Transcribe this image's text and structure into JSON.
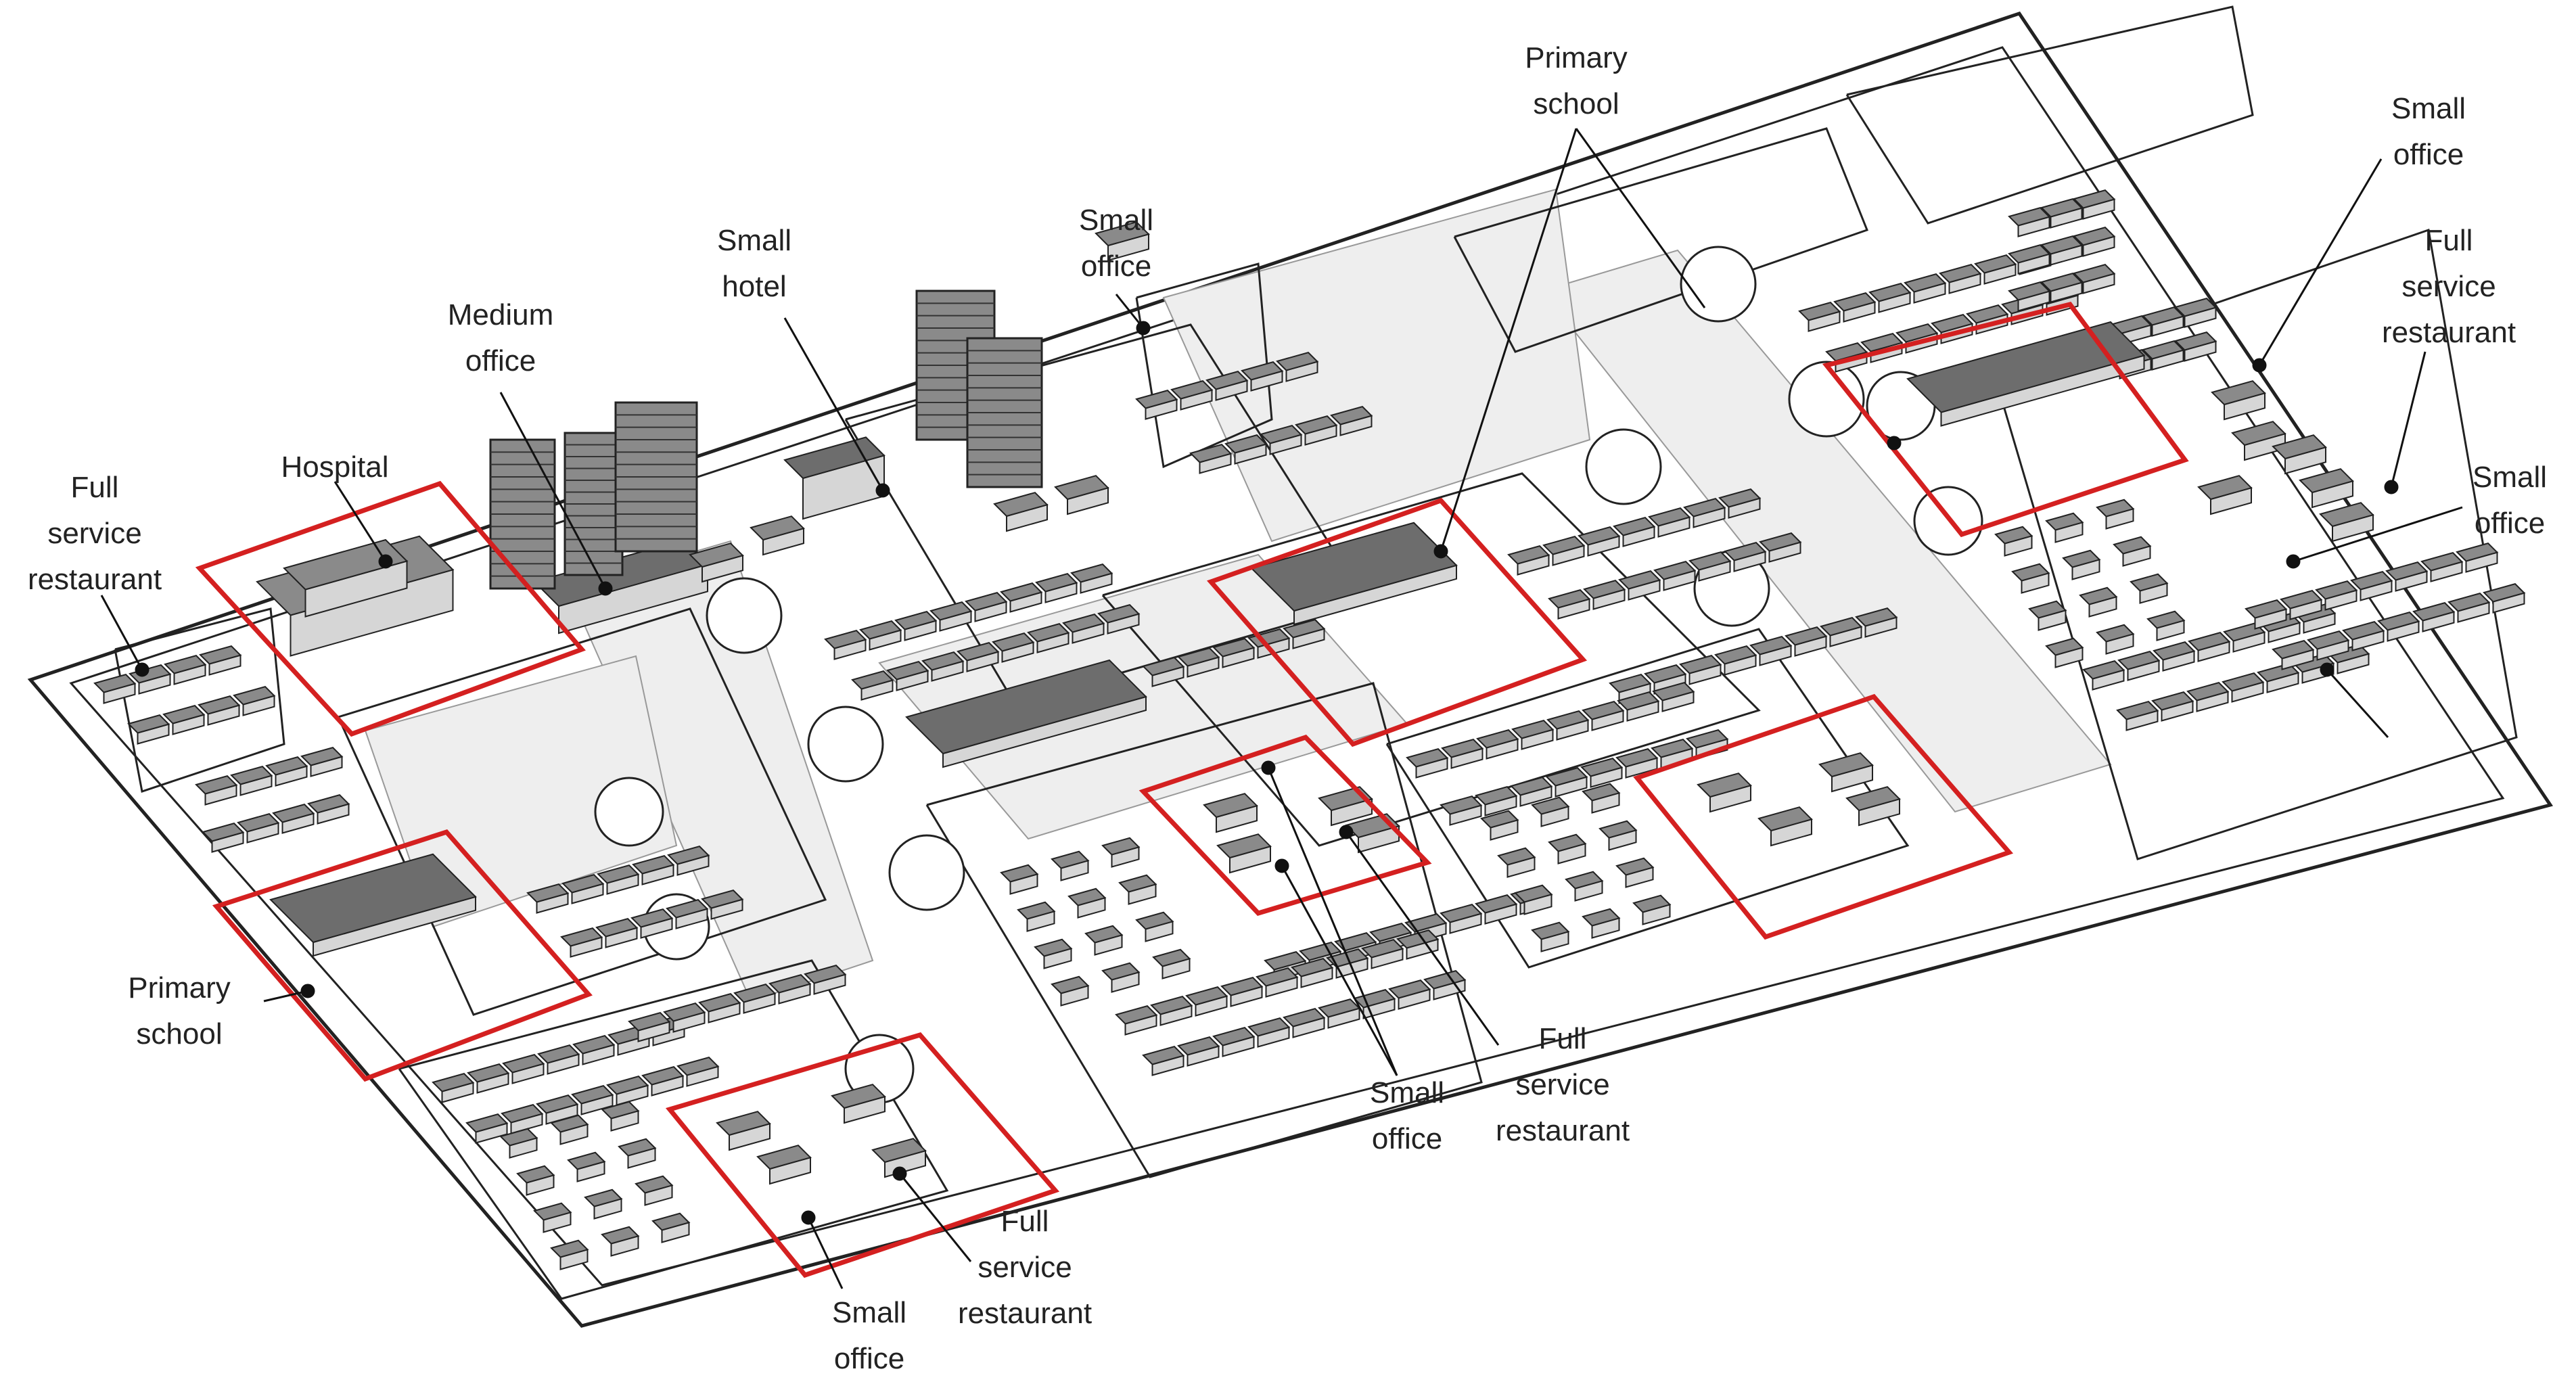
{
  "labels": {
    "full_service_restaurant_nw": [
      "Full",
      "service",
      "restaurant"
    ],
    "hospital": [
      "Hospital"
    ],
    "medium_office": [
      "Medium",
      "office"
    ],
    "small_hotel": [
      "Small",
      "hotel"
    ],
    "small_office_north": [
      "Small",
      "office"
    ],
    "primary_school_north": [
      "Primary",
      "school"
    ],
    "small_office_ne": [
      "Small",
      "office"
    ],
    "full_service_restaurant_ne": [
      "Full",
      "service",
      "restaurant"
    ],
    "small_office_east": [
      "Small",
      "office"
    ],
    "primary_school_west": [
      "Primary",
      "school"
    ],
    "small_office_center": [
      "Small",
      "office"
    ],
    "full_service_restaurant_center": [
      "Full",
      "service",
      "restaurant"
    ],
    "full_service_restaurant_south": [
      "Full",
      "service",
      "restaurant"
    ],
    "small_office_south": [
      "Small",
      "office"
    ]
  },
  "colors": {
    "highlight_box": "#d42020",
    "outline": "#222222",
    "building_roof": "#8a8a8a",
    "building_wall": "#d6d6d6",
    "open_space": "#efefef",
    "ground": "#ffffff"
  }
}
